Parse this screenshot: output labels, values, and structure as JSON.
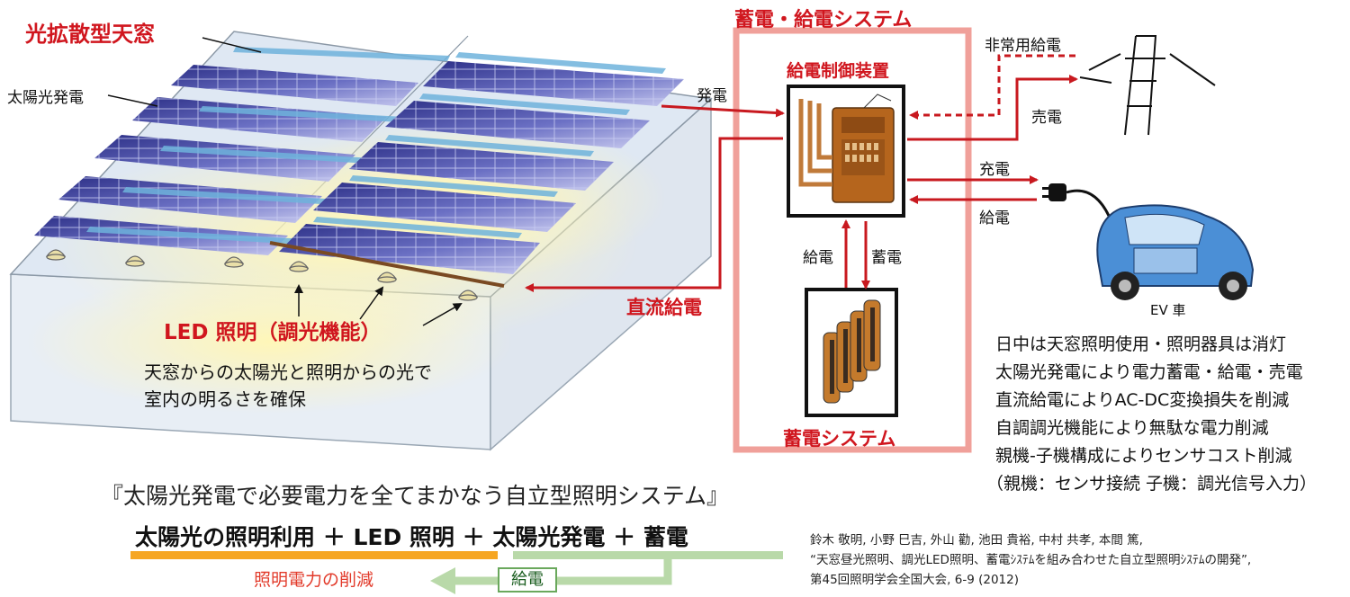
{
  "title_skylight": "光拡散型天窓",
  "label_pv": "太陽光発電",
  "label_generation": "発電",
  "label_dc_supply": "直流給電",
  "led_title": "LED 照明（調光機能）",
  "led_desc_1": "天窓からの太陽光と照明からの光で",
  "led_desc_2": "室内の明るさを確保",
  "system_title": "蓄電・給電システム",
  "controller_title": "給電制御装置",
  "battery_title": "蓄電システム",
  "label_supply_down": "給電",
  "label_store_up": "蓄電",
  "label_emergency": "非常用給電",
  "label_sell": "売電",
  "label_charge": "充電",
  "label_supply_ev": "給電",
  "label_ev": "EV 車",
  "bullets": [
    "日中は天窓照明使用・照明器具は消灯",
    "太陽光発電により電力蓄電・給電・売電",
    "直流給電によりAC-DC変換損失を削減",
    "自調調光機能により無駄な電力削減",
    "親機-子機構成によりセンサコスト削減",
    "（親機：センサ接続 子機：調光信号入力）"
  ],
  "concept_title": "『太陽光発電で必要電力を全てまかなう自立型照明システム』",
  "formula": {
    "part1": "太陽光の照明利用",
    "plus1": "＋",
    "part2": "LED 照明",
    "plus2": "＋",
    "part3": "太陽光発電",
    "plus3": "＋",
    "part4": "蓄電"
  },
  "reduction_label": "照明電力の削減",
  "supply_box_label": "給電",
  "citation": [
    "鈴木 敬明, 小野 巳吉, 外山 勸, 池田 貴裕, 中村 共孝, 本間 篤,",
    "“天窓昼光照明、調光LED照明、蓄電ｼｽﾃﾑを組み合わせた自立型照明ｼｽﾃﾑの開発”,",
    "第45回照明学会全国大会, 6-9 (2012)"
  ],
  "colors": {
    "accent_red": "#d0161e",
    "system_frame": "#f0a09a",
    "panel_blue": "#4a4fa8",
    "glow_yellow": "#fff3b0",
    "underline_orange": "#f6a623",
    "underline_green": "#b9d9a9"
  }
}
